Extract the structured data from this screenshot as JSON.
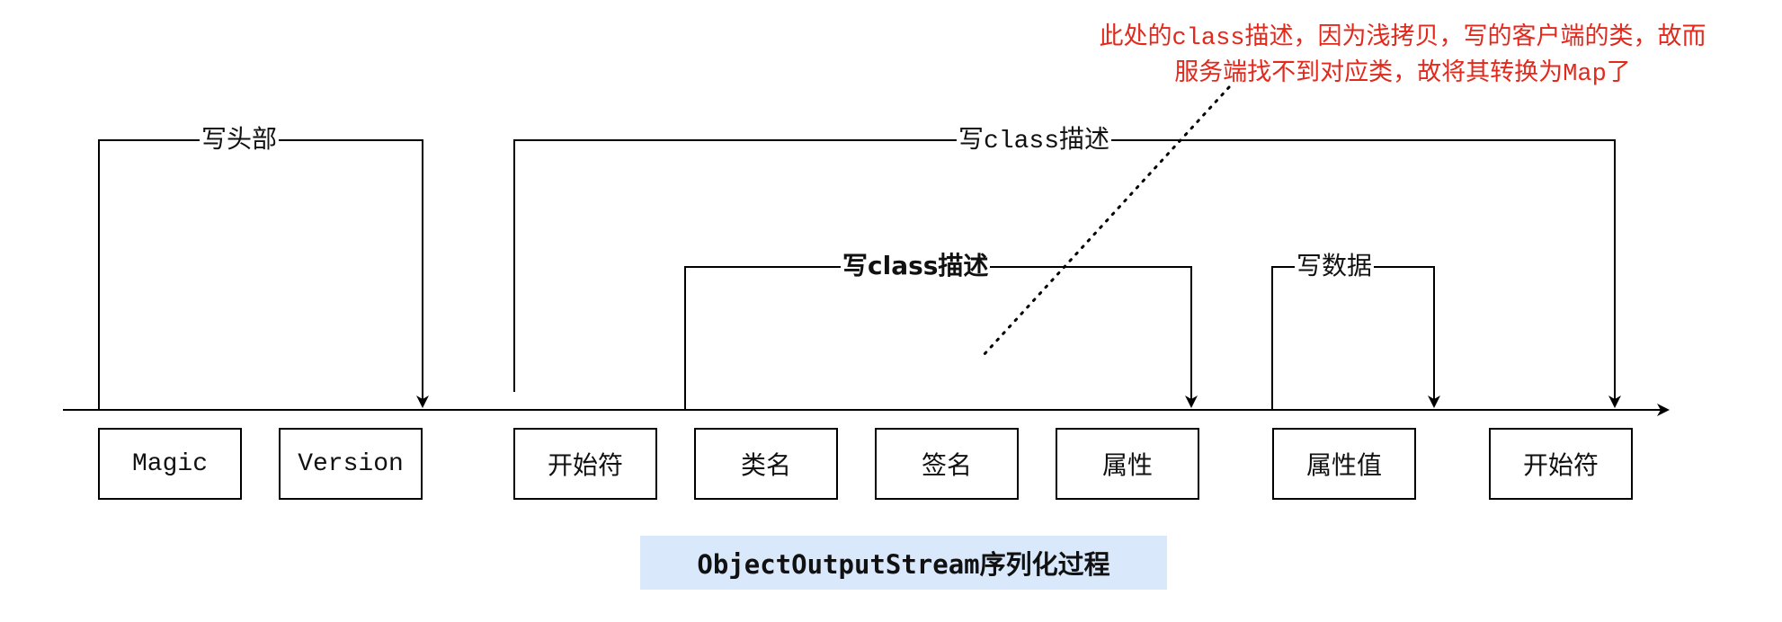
{
  "header": {
    "title": "ObjectOutputStream序列化过程"
  },
  "annotation": {
    "line1_a": "此处的",
    "line1_code": "class",
    "line1_b": "描述，因为浅拷贝，写的客户端的类，故而",
    "line2_a": "服务端找不到对应类，故将其转换为",
    "line2_code": "Map",
    "line2_b": "了"
  },
  "brackets": {
    "header_a": "写头部",
    "desc_outer_a": "写",
    "desc_outer_code": "class",
    "desc_outer_b": "描述",
    "desc_inner": "写class描述",
    "data": "写数据"
  },
  "fields": [
    {
      "label": "Magic"
    },
    {
      "label": "Version"
    },
    {
      "label": "开始符"
    },
    {
      "label": "类名"
    },
    {
      "label": "签名"
    },
    {
      "label": "属性"
    },
    {
      "label": "属性值"
    },
    {
      "label": "开始符"
    }
  ],
  "colors": {
    "annotation": "#e3281c",
    "caption_bg": "#dae8fc",
    "line": "#000000"
  }
}
